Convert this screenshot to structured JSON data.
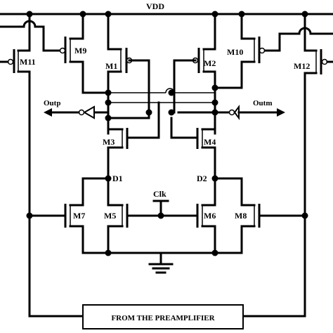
{
  "schematic": {
    "supply_label": "VDD",
    "clock_label": "Clk",
    "input_block_label": "FROM THE PREAMPLIFIER",
    "outputs": {
      "positive": "Outp",
      "negative": "Outm"
    },
    "nodes": {
      "d1": "D1",
      "d2": "D2"
    },
    "transistors": {
      "m1": "M1",
      "m2": "M2",
      "m3": "M3",
      "m4": "M4",
      "m5": "M5",
      "m6": "M6",
      "m7": "M7",
      "m8": "M8",
      "m9": "M9",
      "m10": "M10",
      "m11": "M11",
      "m12": "M12"
    }
  }
}
